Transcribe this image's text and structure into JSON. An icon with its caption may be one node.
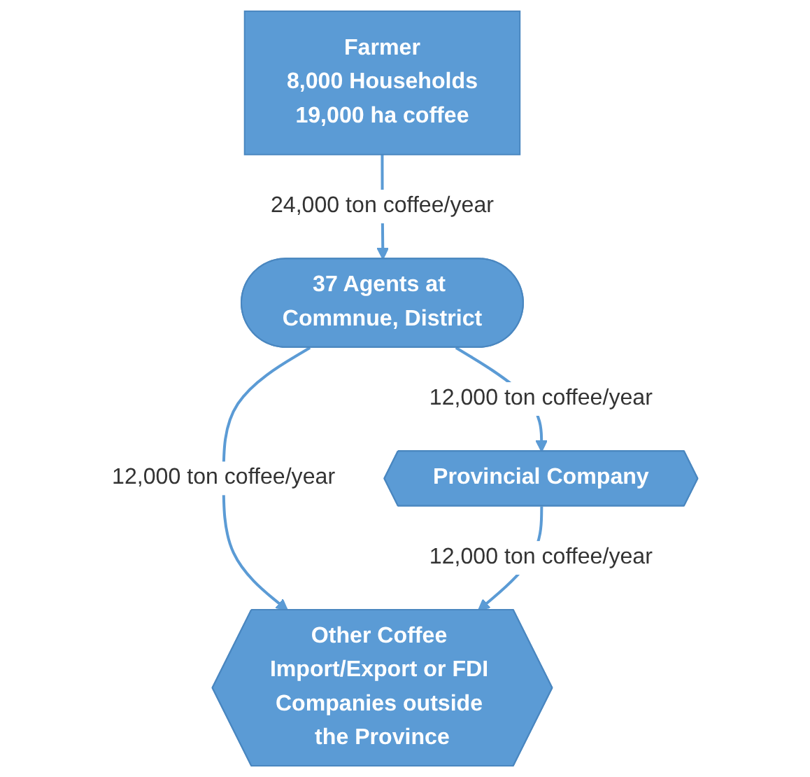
{
  "diagram": {
    "nodes": [
      {
        "text": [
          "Farmer",
          "8,000 Households",
          "19,000 ha coffee"
        ]
      },
      {
        "text": [
          "37 Agents at Commnue, District"
        ]
      },
      {
        "text": [
          "Provincial Company"
        ]
      },
      {
        "text": [
          "Other Coffee Import/Export or FDI Companies outside the Province"
        ]
      }
    ],
    "edges": [
      {
        "from": 0,
        "to": 1,
        "arrow": "to",
        "label": "24,000 ton coffee/year"
      },
      {
        "from": 1,
        "to": 3,
        "arrow": "to",
        "label": "12,000 ton coffee/year"
      },
      {
        "from": 1,
        "to": 2,
        "arrow": "to",
        "label": "12,000 ton coffee/year"
      },
      {
        "from": 2,
        "to": 3,
        "arrow": "to",
        "label": "12,000 ton coffee/year"
      }
    ]
  }
}
